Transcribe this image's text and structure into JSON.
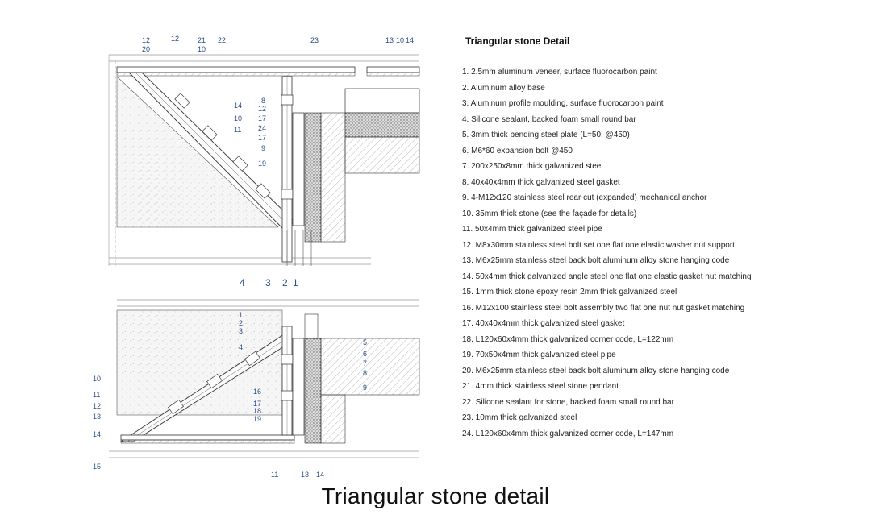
{
  "legend": {
    "title": "Triangular stone Detail",
    "items": [
      "1.  2.5mm aluminum veneer, surface fluorocarbon paint",
      "2. Aluminum alloy base",
      "3.  Aluminum profile moulding, surface fluorocarbon paint",
      "4.  Silicone sealant, backed foam small round bar",
      "5.  3mm thick bending steel plate (L=50, @450)",
      "6.  M6*60 expansion bolt @450",
      "7.  200x250x8mm thick galvanized steel",
      "8.  40x40x4mm thick galvanized steel gasket",
      "9.  4-M12x120 stainless steel rear cut (expanded) mechanical anchor",
      "10.  35mm thick stone (see the façade for details)",
      "11.  50x4mm thick galvanized steel pipe",
      "12.  M8x30mm stainless steel bolt set one flat one elastic washer nut support",
      "13.  M6x25mm stainless steel back bolt aluminum alloy stone hanging code",
      "14.   50x4mm thick galvanized angle steel one flat one elastic gasket nut matching",
      "15. 1mm thick stone epoxy resin 2mm thick galvanized steel",
      "16. M12x100 stainless steel bolt assembly two flat one nut nut gasket matching",
      "17.  40x40x4mm thick galvanized steel gasket",
      "18.  L120x60x4mm thick galvanized corner code, L=122mm",
      "19.  70x50x4mm thick galvanized steel pipe",
      "20.  M6x25mm stainless steel back bolt aluminum alloy stone hanging code",
      "21.  4mm thick stainless steel stone pendant",
      "22.  Silicone sealant for stone, backed foam small round bar",
      "23.  10mm thick galvanized steel",
      "24.  L120x60x4mm thick galvanized corner code, L=147mm"
    ]
  },
  "caption": "Triangular stone detail",
  "upper_detail": {
    "top_callouts": [
      "12",
      "12",
      "21",
      "22",
      "20",
      "10",
      "23",
      "13",
      "10",
      "14"
    ],
    "side_callouts": [
      "14",
      "10",
      "11",
      "19",
      "8",
      "12",
      "17",
      "24",
      "17",
      "9"
    ],
    "bottom_callouts": [
      "4",
      "3",
      "2",
      "1"
    ]
  },
  "lower_detail": {
    "callouts_left": [
      "10",
      "11",
      "12",
      "13",
      "14",
      "15"
    ],
    "callouts_mid": [
      "1",
      "2",
      "3",
      "4",
      "16",
      "17",
      "18",
      "19"
    ],
    "callouts_right": [
      "5",
      "6",
      "7",
      "8",
      "9"
    ],
    "callouts_bottom": [
      "11",
      "13",
      "14"
    ]
  },
  "colors": {
    "callout": "#2a4e86",
    "line": "#444444",
    "hatch": "#bdbdbd"
  }
}
